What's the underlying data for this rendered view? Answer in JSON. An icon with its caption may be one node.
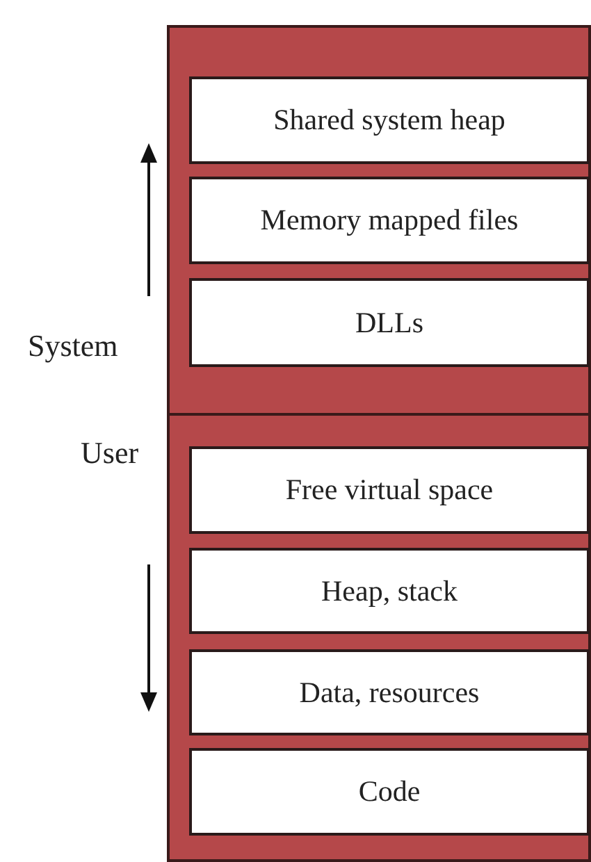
{
  "diagram": {
    "nodes": [
      {
        "text": [],
        "shape": "box"
      },
      {
        "text": [
          "Shared system heap"
        ],
        "in": 0
      },
      {
        "text": [
          "Memory mapped files"
        ],
        "in": 0
      },
      {
        "text": [
          "DLLs"
        ],
        "in": 0
      },
      {
        "text": [],
        "shape": "box"
      },
      {
        "text": [
          "Free virtual space"
        ],
        "in": 4
      },
      {
        "text": [
          "Heap, stack"
        ],
        "in": 4
      },
      {
        "text": [
          "Data, resources"
        ],
        "in": 4
      },
      {
        "text": [
          "Code"
        ],
        "in": 4
      }
    ],
    "labels": [
      "System",
      "User"
    ]
  }
}
